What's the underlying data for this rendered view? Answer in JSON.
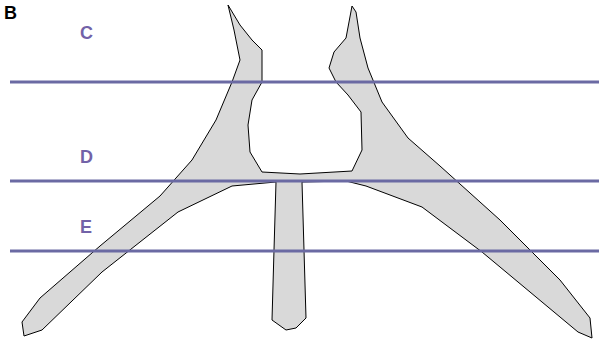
{
  "diagram": {
    "labels": [
      "B",
      "C",
      "D",
      "E"
    ]
  }
}
